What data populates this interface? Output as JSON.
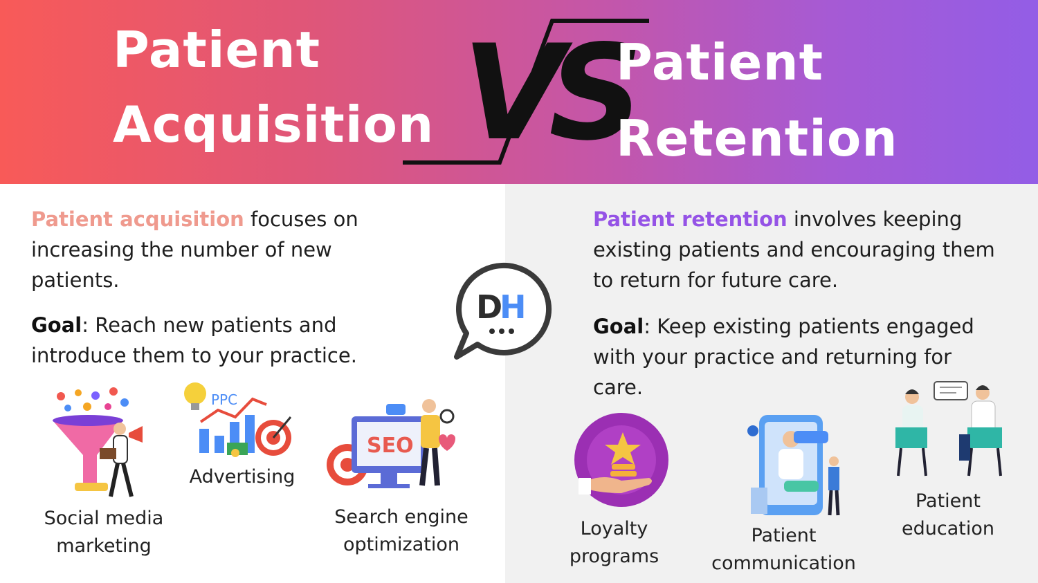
{
  "header": {
    "left_title_line1": "Patient",
    "left_title_line2": "Acquisition",
    "vs_text": "VS",
    "right_title_line1": "Patient",
    "right_title_line2": "Retention"
  },
  "left": {
    "intro_highlight": "Patient acquisition",
    "intro_rest": " focuses on increasing the number of new patients.",
    "goal_label": "Goal",
    "goal_text": ": Reach new patients and introduce them to your practice.",
    "items": [
      {
        "label_line1": "Social media",
        "label_line2": "marketing",
        "icon": "funnel-marketing-icon"
      },
      {
        "label_line1": "Advertising",
        "label_line2": "",
        "icon": "ppc-advertising-icon"
      },
      {
        "label_line1": "Search engine",
        "label_line2": "optimization",
        "icon": "seo-icon"
      }
    ]
  },
  "right": {
    "intro_highlight": "Patient retention",
    "intro_rest": " involves keeping existing patients and encouraging them to return for future care.",
    "goal_label": "Goal",
    "goal_text": ": Keep existing patients engaged with your practice and returning for care.",
    "items": [
      {
        "label_line1": "Loyalty",
        "label_line2": "programs",
        "icon": "loyalty-star-hand-icon"
      },
      {
        "label_line1": "Patient",
        "label_line2": "communication",
        "icon": "phone-doctor-chat-icon"
      },
      {
        "label_line1": "Patient",
        "label_line2": "education",
        "icon": "doctor-patient-conversation-icon"
      }
    ]
  },
  "logo": {
    "text_d": "D",
    "text_h": "H",
    "dots": "•••"
  },
  "colors": {
    "gradient_start": "#f85a58",
    "gradient_end": "#935de6",
    "left_highlight": "#ef9a8e",
    "right_highlight": "#9553e6",
    "right_panel_bg": "#f1f1f1"
  }
}
